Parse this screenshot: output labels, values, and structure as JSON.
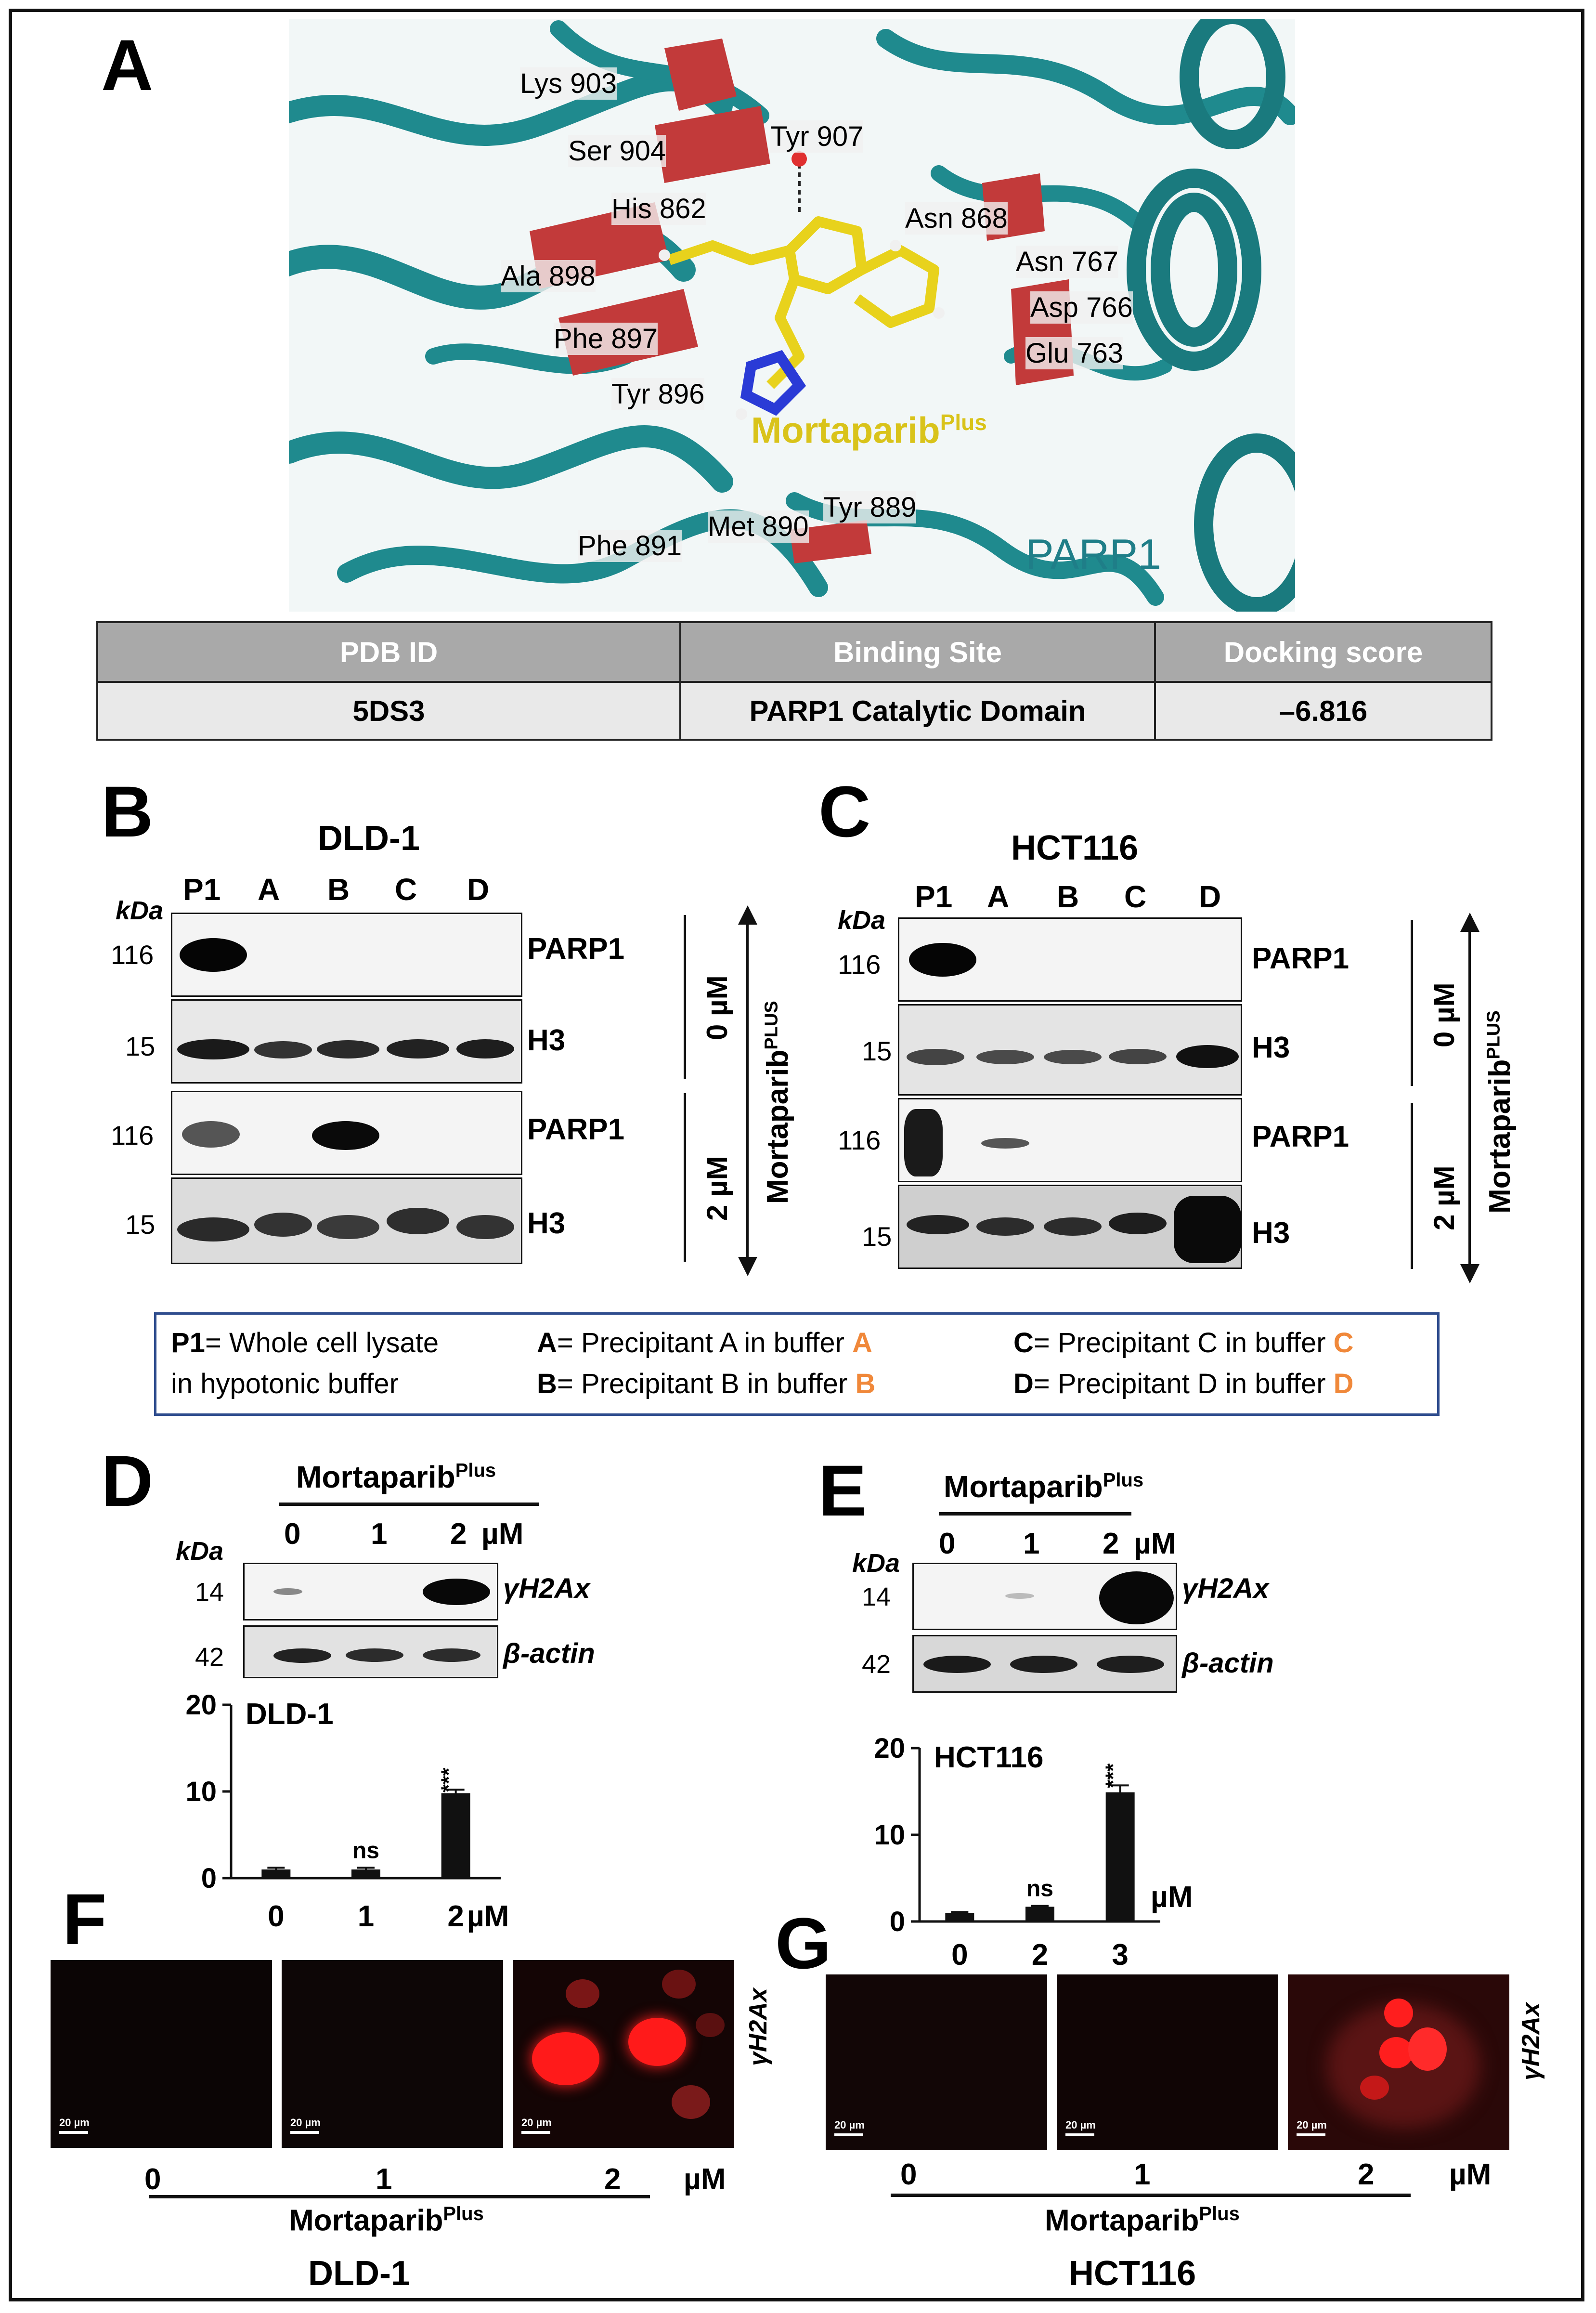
{
  "panel_labels": {
    "a": "A",
    "b": "B",
    "c": "C",
    "d": "D",
    "e": "E",
    "f": "F",
    "g": "G"
  },
  "structure": {
    "residues": [
      "Lys 903",
      "Ser 904",
      "Tyr 907",
      "His 862",
      "Asn 868",
      "Ala 898",
      "Asn 767",
      "Asp 766",
      "Phe 897",
      "Glu 763",
      "Tyr 896",
      "Tyr 889",
      "Met 890",
      "Phe 891"
    ],
    "ligand": "Mortaparib",
    "ligand_sup": "Plus",
    "protein": "PARP1"
  },
  "docking_table": {
    "headers": [
      "PDB ID",
      "Binding Site",
      "Docking score"
    ],
    "row": [
      "5DS3",
      "PARP1 Catalytic Domain",
      "–6.816"
    ]
  },
  "panel_b": {
    "cell_line": "DLD-1",
    "lanes": [
      "P1",
      "A",
      "B",
      "C",
      "D"
    ],
    "kda_label": "kDa",
    "rows": [
      {
        "mw": "116",
        "protein": "PARP1"
      },
      {
        "mw": "15",
        "protein": "H3"
      },
      {
        "mw": "116",
        "protein": "PARP1"
      },
      {
        "mw": "15",
        "protein": "H3"
      }
    ],
    "doses": [
      "0 µM",
      "2 µM"
    ],
    "drug": "Mortaparib",
    "drug_sup": "PLUS"
  },
  "panel_c": {
    "cell_line": "HCT116",
    "lanes": [
      "P1",
      "A",
      "B",
      "C",
      "D"
    ],
    "kda_label": "kDa",
    "rows": [
      {
        "mw": "116",
        "protein": "PARP1"
      },
      {
        "mw": "15",
        "protein": "H3"
      },
      {
        "mw": "116",
        "protein": "PARP1"
      },
      {
        "mw": "15",
        "protein": "H3"
      }
    ],
    "doses": [
      "0 µM",
      "2 µM"
    ],
    "drug": "Mortaparib",
    "drug_sup": "PLUS"
  },
  "legend": {
    "p1_key": "P1",
    "p1_text": "= Whole cell lysate",
    "p1_text2": "in hypotonic buffer",
    "a_key": "A",
    "a_text": "= Precipitant A in buffer",
    "a_badge": "A",
    "b_key": "B",
    "b_text": "= Precipitant B in buffer",
    "b_badge": "B",
    "c_key": "C",
    "c_text": "= Precipitant C in buffer",
    "c_badge": "C",
    "d_key": "D",
    "d_text": "= Precipitant D in buffer",
    "d_badge": "D",
    "badge_color": "#f0883a",
    "border_color": "#2f4d8e"
  },
  "panel_d": {
    "drug": "Mortaparib",
    "drug_sup": "Plus",
    "doses": [
      "0",
      "1",
      "2"
    ],
    "unit": "µM",
    "kda_label": "kDa",
    "rows": [
      {
        "mw": "14",
        "protein": "γH2Ax"
      },
      {
        "mw": "42",
        "protein": "β-actin"
      }
    ]
  },
  "panel_e": {
    "drug": "Mortaparib",
    "drug_sup": "Plus",
    "doses": [
      "0",
      "1",
      "2"
    ],
    "unit": "µM",
    "kda_label": "kDa",
    "rows": [
      {
        "mw": "14",
        "protein": "γH2Ax"
      },
      {
        "mw": "42",
        "protein": "β-actin"
      }
    ]
  },
  "chart_data": [
    {
      "type": "bar",
      "title": "DLD-1",
      "categories": [
        "0",
        "1",
        "2"
      ],
      "values": [
        1.0,
        1.0,
        9.8
      ],
      "errors": [
        0.2,
        0.2,
        0.4
      ],
      "annotations": [
        "",
        "ns",
        "***"
      ],
      "xunit": "µM",
      "yticks": [
        "0",
        "10",
        "20"
      ],
      "ylim": [
        0,
        20
      ]
    },
    {
      "type": "bar",
      "title": "HCT116",
      "categories": [
        "0",
        "2",
        "3"
      ],
      "values": [
        1.0,
        1.7,
        14.9
      ],
      "errors": [
        0.1,
        0.1,
        0.8
      ],
      "annotations": [
        "",
        "ns",
        "***"
      ],
      "xunit": "µM",
      "yticks": [
        "0",
        "10",
        "20"
      ],
      "ylim": [
        0,
        20
      ]
    }
  ],
  "panel_f": {
    "scale_bar": "20 µm",
    "stain": "γH2Ax",
    "doses": [
      "0",
      "1",
      "2"
    ],
    "unit": "µM",
    "drug": "Mortaparib",
    "drug_sup": "Plus",
    "cell_line": "DLD-1"
  },
  "panel_g": {
    "scale_bar": "20 µm",
    "stain": "γH2Ax",
    "doses": [
      "0",
      "1",
      "2"
    ],
    "unit": "µM",
    "drug": "Mortaparib",
    "drug_sup": "Plus",
    "cell_line": "HCT116"
  }
}
